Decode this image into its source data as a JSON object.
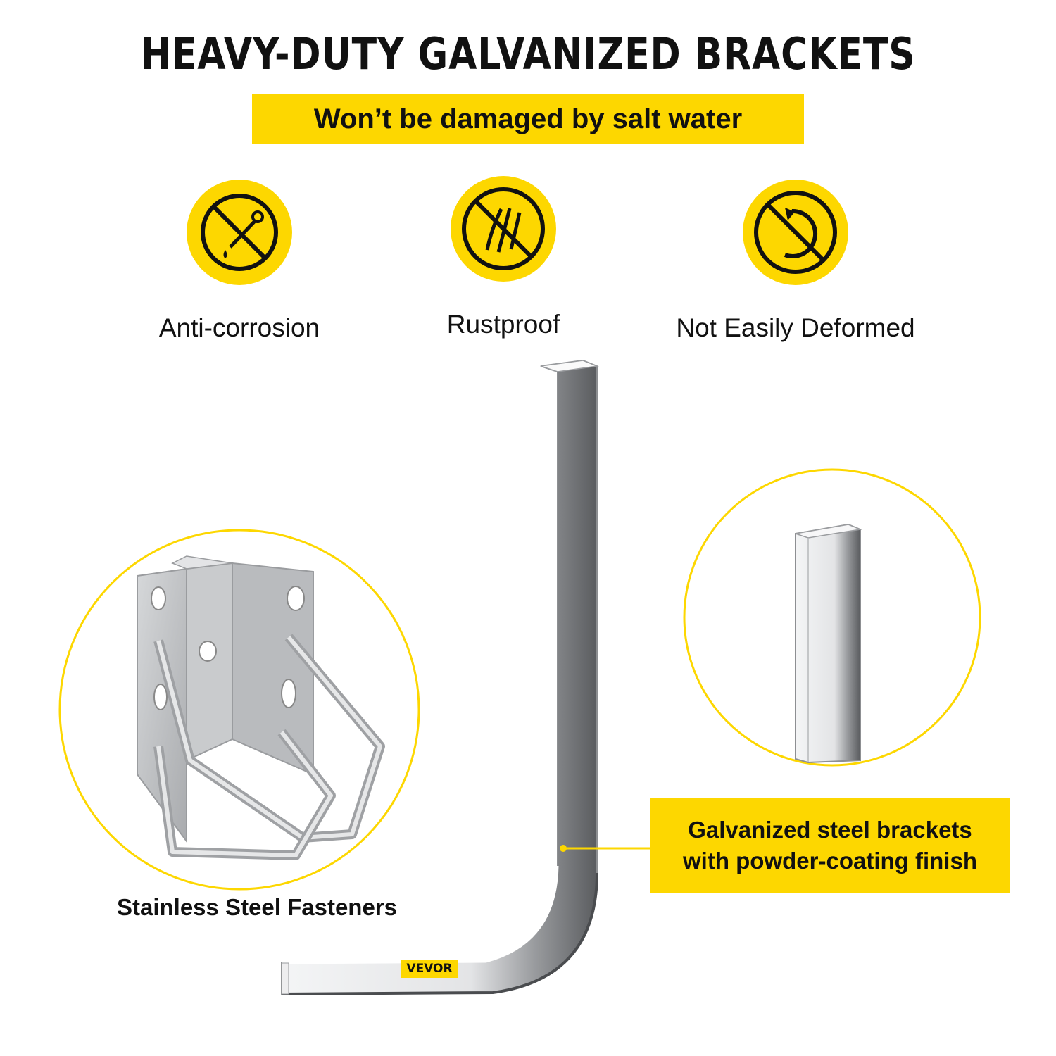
{
  "header": {
    "title": "HEAVY-DUTY GALVANIZED BRACKETS",
    "subtitle": "Won’t be damaged by salt water"
  },
  "features": [
    {
      "label": "Anti-corrosion",
      "icon": "no-corrosion-icon"
    },
    {
      "label": "Rustproof",
      "icon": "no-rust-icon"
    },
    {
      "label": "Not Easily Deformed",
      "icon": "no-deform-icon"
    }
  ],
  "callouts": {
    "fasteners": "Stainless Steel Fasteners",
    "finish_line1": "Galvanized steel brackets",
    "finish_line2": "with powder-coating finish"
  },
  "brand": {
    "logo_text": "VEVOR"
  },
  "colors": {
    "accent": "#fdd700",
    "text": "#111111",
    "metal": "#c9cbcd"
  }
}
